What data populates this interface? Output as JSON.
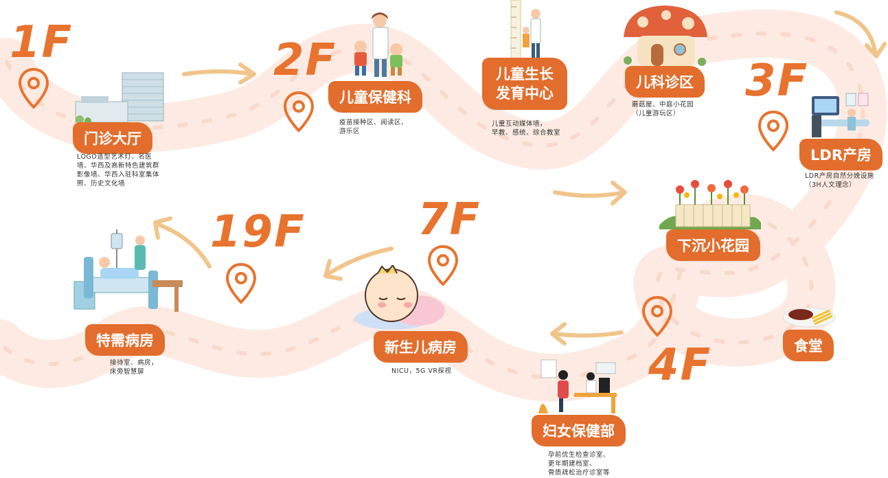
{
  "colors": {
    "accent": "#e36d2c",
    "floor": "#e8732e",
    "path": "#fbe1d6",
    "arrow": "#f1c48a"
  },
  "stops": [
    {
      "floor": "1F",
      "title": "门诊大厅",
      "desc": [
        "LOGO造型艺术灯、名医",
        "墙、华西及高新特色建筑群",
        "影像墙、华西入驻科室集体",
        "照、历史文化墙"
      ],
      "icon": "hospital-building-illustration"
    },
    {
      "floor": "2F",
      "title": "儿童保健科",
      "desc": [
        "疫苗接种区、阅读区、",
        "游乐区"
      ],
      "icon": "doctor-children-illustration"
    },
    {
      "floor": "",
      "title": [
        "儿童生长",
        "发育中心"
      ],
      "desc": [
        "儿童互动媒体墙，",
        "早教、感统、综合教室"
      ],
      "icon": "height-chart-illustration"
    },
    {
      "floor": "",
      "title": "儿科诊区",
      "desc": [
        "蘑菇屋、中庭小花园",
        "（儿童游玩区）"
      ],
      "icon": "mushroom-house-illustration"
    },
    {
      "floor": "3F",
      "title": "LDR产房",
      "desc": [
        "LDR产房自然分娩设施",
        "（3H人文理念）"
      ],
      "icon": "delivery-room-illustration"
    },
    {
      "floor": "",
      "title": "下沉小花园",
      "desc": [],
      "icon": "flower-garden-illustration"
    },
    {
      "floor": "",
      "title": "食堂",
      "desc": [],
      "icon": "food-plate-illustration"
    },
    {
      "floor": "4F",
      "title": "妇女保健部",
      "desc": [
        "孕前优生检查诊室、",
        "更年期建档室、",
        "骨质疏松治疗诊室等"
      ],
      "icon": "consultation-illustration"
    },
    {
      "floor": "7F",
      "title": "新生儿病房",
      "desc": [
        "NICU，5G VR探视"
      ],
      "icon": "sleeping-baby-illustration"
    },
    {
      "floor": "19F",
      "title": "特需病房",
      "desc": [
        "接待室、病房，",
        "床旁智慧屏"
      ],
      "icon": "hospital-bed-illustration"
    }
  ]
}
